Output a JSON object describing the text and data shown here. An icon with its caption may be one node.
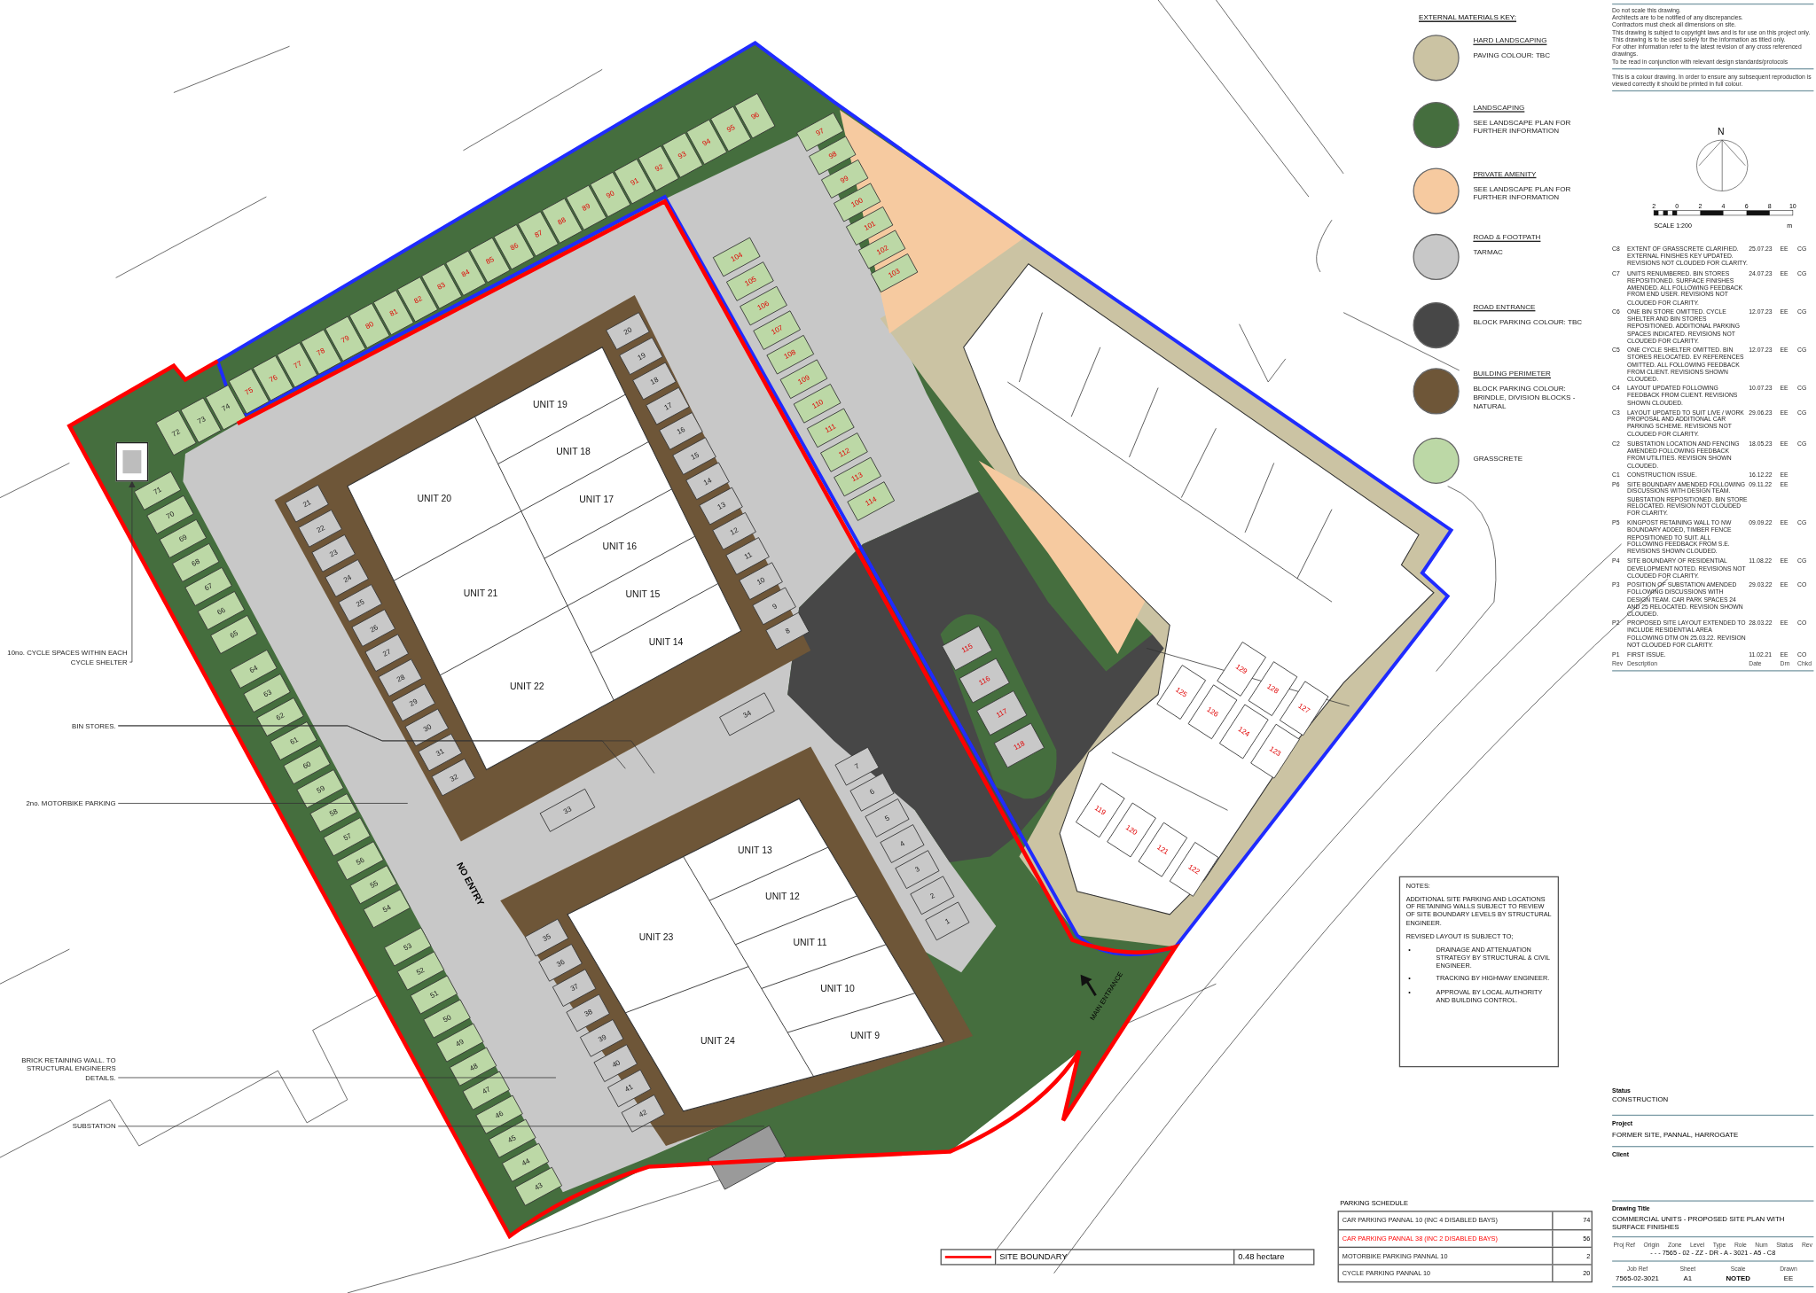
{
  "diagram": {
    "nodes": [
      {
        "text": [
          "72"
        ]
      },
      {
        "text": [
          "73"
        ]
      },
      {
        "text": [
          "74"
        ]
      },
      {
        "text": [
          "75"
        ]
      },
      {
        "text": [
          "76"
        ]
      },
      {
        "text": [
          "77"
        ]
      },
      {
        "text": [
          "78"
        ]
      },
      {
        "text": [
          "79"
        ]
      },
      {
        "text": [
          "80"
        ]
      },
      {
        "text": [
          "81"
        ]
      },
      {
        "text": [
          "82"
        ]
      },
      {
        "text": [
          "83"
        ]
      },
      {
        "text": [
          "84"
        ]
      },
      {
        "text": [
          "85"
        ]
      },
      {
        "text": [
          "86"
        ]
      },
      {
        "text": [
          "87"
        ]
      },
      {
        "text": [
          "88"
        ]
      },
      {
        "text": [
          "89"
        ]
      },
      {
        "text": [
          "90"
        ]
      },
      {
        "text": [
          "91"
        ]
      },
      {
        "text": [
          "92"
        ]
      },
      {
        "text": [
          "93"
        ]
      },
      {
        "text": [
          "94"
        ]
      },
      {
        "text": [
          "95"
        ]
      },
      {
        "text": [
          "96"
        ]
      },
      {
        "text": [
          "97"
        ]
      },
      {
        "text": [
          "98"
        ]
      },
      {
        "text": [
          "99"
        ]
      },
      {
        "text": [
          "100"
        ]
      },
      {
        "text": [
          "101"
        ]
      },
      {
        "text": [
          "102"
        ]
      },
      {
        "text": [
          "103"
        ]
      },
      {
        "text": [
          "104"
        ]
      },
      {
        "text": [
          "105"
        ]
      },
      {
        "text": [
          "106"
        ]
      },
      {
        "text": [
          "107"
        ]
      },
      {
        "text": [
          "108"
        ]
      },
      {
        "text": [
          "109"
        ]
      },
      {
        "text": [
          "110"
        ]
      },
      {
        "text": [
          "111"
        ]
      },
      {
        "text": [
          "112"
        ]
      },
      {
        "text": [
          "113"
        ]
      },
      {
        "text": [
          "114"
        ]
      },
      {
        "text": [
          "71"
        ]
      },
      {
        "text": [
          "70"
        ]
      },
      {
        "text": [
          "69"
        ]
      },
      {
        "text": [
          "68"
        ]
      },
      {
        "text": [
          "67"
        ]
      },
      {
        "text": [
          "66"
        ]
      },
      {
        "text": [
          "65"
        ]
      },
      {
        "text": [
          "64"
        ]
      },
      {
        "text": [
          "63"
        ]
      },
      {
        "text": [
          "62"
        ]
      },
      {
        "text": [
          "61"
        ]
      },
      {
        "text": [
          "60"
        ]
      },
      {
        "text": [
          "59"
        ]
      },
      {
        "text": [
          "58"
        ]
      },
      {
        "text": [
          "57"
        ]
      },
      {
        "text": [
          "56"
        ]
      },
      {
        "text": [
          "55"
        ]
      },
      {
        "text": [
          "54"
        ]
      },
      {
        "text": [
          "53"
        ]
      },
      {
        "text": [
          "52"
        ]
      },
      {
        "text": [
          "51"
        ]
      },
      {
        "text": [
          "50"
        ]
      },
      {
        "text": [
          "49"
        ]
      },
      {
        "text": [
          "48"
        ]
      },
      {
        "text": [
          "47"
        ]
      },
      {
        "text": [
          "46"
        ]
      },
      {
        "text": [
          "45"
        ]
      },
      {
        "text": [
          "44"
        ]
      },
      {
        "text": [
          "43"
        ]
      },
      {
        "text": [
          "20"
        ]
      },
      {
        "text": [
          "19"
        ]
      },
      {
        "text": [
          "18"
        ]
      },
      {
        "text": [
          "17"
        ]
      },
      {
        "text": [
          "16"
        ]
      },
      {
        "text": [
          "15"
        ]
      },
      {
        "text": [
          "14"
        ]
      },
      {
        "text": [
          "13"
        ]
      },
      {
        "text": [
          "12"
        ]
      },
      {
        "text": [
          "11"
        ]
      },
      {
        "text": [
          "10"
        ]
      },
      {
        "text": [
          "9"
        ]
      },
      {
        "text": [
          "8"
        ]
      },
      {
        "text": [
          "21"
        ]
      },
      {
        "text": [
          "22"
        ]
      },
      {
        "text": [
          "23"
        ]
      },
      {
        "text": [
          "24"
        ]
      },
      {
        "text": [
          "25"
        ]
      },
      {
        "text": [
          "26"
        ]
      },
      {
        "text": [
          "27"
        ]
      },
      {
        "text": [
          "28"
        ]
      },
      {
        "text": [
          "29"
        ]
      },
      {
        "text": [
          "30"
        ]
      },
      {
        "text": [
          "31"
        ]
      },
      {
        "text": [
          "32"
        ]
      },
      {
        "text": [
          "33"
        ]
      },
      {
        "text": [
          "34"
        ]
      },
      {
        "text": [
          "7"
        ]
      },
      {
        "text": [
          "6"
        ]
      },
      {
        "text": [
          "5"
        ]
      },
      {
        "text": [
          "4"
        ]
      },
      {
        "text": [
          "3"
        ]
      },
      {
        "text": [
          "2"
        ]
      },
      {
        "text": [
          "1"
        ]
      },
      {
        "text": [
          "35"
        ]
      },
      {
        "text": [
          "36"
        ]
      },
      {
        "text": [
          "37"
        ]
      },
      {
        "text": [
          "38"
        ]
      },
      {
        "text": [
          "39"
        ]
      },
      {
        "text": [
          "40"
        ]
      },
      {
        "text": [
          "41"
        ]
      },
      {
        "text": [
          "42"
        ]
      },
      {
        "text": [
          "115"
        ]
      },
      {
        "text": [
          "116"
        ]
      },
      {
        "text": [
          "117"
        ]
      },
      {
        "text": [
          "118"
        ]
      },
      {
        "text": [
          "119"
        ]
      },
      {
        "text": [
          "120"
        ]
      },
      {
        "text": [
          "121"
        ]
      },
      {
        "text": [
          "122"
        ]
      },
      {
        "text": [
          "129"
        ]
      },
      {
        "text": [
          "128"
        ]
      },
      {
        "text": [
          "127"
        ]
      },
      {
        "text": [
          "125"
        ]
      },
      {
        "text": [
          "126"
        ]
      },
      {
        "text": [
          "124"
        ]
      },
      {
        "text": [
          "123"
        ]
      },
      {
        "text": [
          "UNIT 19"
        ]
      },
      {
        "text": [
          "UNIT 18"
        ]
      },
      {
        "text": [
          "UNIT 20"
        ]
      },
      {
        "text": [
          "UNIT 17"
        ]
      },
      {
        "text": [
          "UNIT 16"
        ]
      },
      {
        "text": [
          "UNIT 21"
        ]
      },
      {
        "text": [
          "UNIT 15"
        ]
      },
      {
        "text": [
          "UNIT 14"
        ]
      },
      {
        "text": [
          "UNIT 22"
        ]
      },
      {
        "text": [
          "UNIT 13"
        ]
      },
      {
        "text": [
          "UNIT 12"
        ]
      },
      {
        "text": [
          "UNIT 23"
        ]
      },
      {
        "text": [
          "UNIT 11"
        ]
      },
      {
        "text": [
          "UNIT 10"
        ]
      },
      {
        "text": [
          "UNIT 24"
        ]
      },
      {
        "text": [
          "UNIT 9"
        ]
      },
      {
        "text": [],
        "shape": "box"
      },
      {
        "text": [
          "10no. CYCLE SPACES WITHIN EACH CYCLE SHELTER"
        ]
      },
      {
        "text": [
          "BIN STORES."
        ]
      },
      {
        "text": [
          "2no. MOTORBIKE PARKING"
        ]
      },
      {
        "text": [
          "BRICK RETAINING WALL. TO STRUCTURAL ENGINEERS DETAILS."
        ]
      },
      {
        "text": [
          "SUBSTATION"
        ]
      },
      {
        "text": [
          "NOTES:",
          "ADDITIONAL SITE PARKING AND LOCATIONS OF RETAINING WALLS SUBJECT TO REVIEW OF SITE BOUNDARY LEVELS BY STRUCTURAL ENGINEER.",
          "REVISED LAYOUT IS SUBJECT TO;",
          "•",
          "DRAINAGE AND ATTENUATION STRATEGY BY STRUCTURAL & CIVIL ENGINEER.",
          "•",
          "TRACKING BY HIGHWAY ENGINEER.",
          "•",
          "APPROVAL BY LOCAL AUTHORITY AND BUILDING CONTROL."
        ]
      }
    ],
    "edges": [
      {
        "from": 146,
        "to": 145,
        "arrow": "to"
      },
      {
        "from": 147,
        "to": null,
        "arrow": "none"
      },
      {
        "from": 147,
        "to": null,
        "arrow": "none"
      },
      {
        "from": 148,
        "to": null,
        "arrow": "none"
      },
      {
        "from": 149,
        "to": null,
        "arrow": "none"
      },
      {
        "from": 150,
        "to": null,
        "arrow": "none"
      }
    ],
    "labels": [
      "Do not scale this drawing.",
      "Architects are to be notified of any discrepancies.",
      "Contractors must check all dimensions on site.",
      "This drawing is subject to copyright laws and is for use on this project only.",
      "This drawing is to be used solely for the information as titled only.",
      "For other information refer to the latest revision of any cross referenced drawings.",
      "To be read in conjunction with relevant design standards/protocols",
      "This is a colour drawing. In order to ensure any subsequent reproduction is viewed correctly it should be printed in full colour.",
      "N",
      "2",
      "0",
      "2",
      "4",
      "6",
      "8",
      "10",
      "SCALE 1:200",
      "m",
      "EXTERNAL MATERIALS KEY:",
      "PAVING COLOUR: TBC",
      "SEE LANDSCAPE PLAN FOR FURTHER INFORMATION",
      "SEE LANDSCAPE PLAN FOR FURTHER INFORMATION",
      "TARMAC",
      "BLOCK PARKING COLOUR: TBC",
      "BLOCK PARKING COLOUR: BRINDLE, DIVISION BLOCKS - NATURAL",
      "NO ENTRY",
      "MAIN ENTRANCE",
      "C8",
      "EXTENT OF GRASSCRETE CLARIFIED. EXTERNAL FINISHES KEY UPDATED. REVISIONS NOT CLOUDED FOR CLARITY.",
      "25.07.23",
      "EE",
      "CG",
      "C7",
      "UNITS RENUMBERED. BIN STORES REPOSITIONED. SURFACE FINISHES AMENDED. ALL FOLLOWING FEEDBACK FROM END USER. REVISIONS NOT CLOUDED FOR CLARITY.",
      "24.07.23",
      "EE",
      "CG",
      "C6",
      "ONE BIN STORE OMITTED. CYCLE SHELTER AND BIN STORES REPOSITIONED. ADDITIONAL PARKING SPACES INDICATED. REVISIONS NOT CLOUDED FOR CLARITY.",
      "12.07.23",
      "EE",
      "CG",
      "C5",
      "ONE CYCLE SHELTER OMITTED. BIN STORES RELOCATED. EV REFERENCES OMITTED. ALL FOLLOWING FEEDBACK FROM CLIENT. REVISIONS SHOWN CLOUDED.",
      "12.07.23",
      "EE",
      "CG",
      "C4",
      "LAYOUT UPDATED FOLLOWING FEEDBACK FROM CLIENT. REVISIONS SHOWN CLOUDED.",
      "10.07.23",
      "EE",
      "CG",
      "C3",
      "LAYOUT UPDATED TO SUIT LIVE / WORK PROPOSAL AND ADDITIONAL CAR PARKING SCHEME. REVISIONS NOT CLOUDED FOR CLARITY.",
      "29.06.23",
      "EE",
      "CG",
      "C2",
      "SUBSTATION LOCATION AND FENCING AMENDED FOLLOWING FEEDBACK FROM UTILITIES. REVISION SHOWN CLOUDED.",
      "18.05.23",
      "EE",
      "CG",
      "C1",
      "CONSTRUCTION ISSUE.",
      "16.12.22",
      "EE",
      "P6",
      "SITE BOUNDARY AMENDED FOLLOWING DISCUSSIONS WITH DESIGN TEAM. SUBSTATION REPOSITIONED. BIN STORE RELOCATED. REVISION NOT CLOUDED FOR CLARITY.",
      "09.11.22",
      "EE",
      "P5",
      "KINGPOST RETAINING WALL TO NW BOUNDARY ADDED, TIMBER FENCE REPOSITIONED TO SUIT. ALL FOLLOWING FEEDBACK FROM S.E. REVISIONS SHOWN CLOUDED.",
      "09.09.22",
      "EE",
      "CG",
      "P4",
      "SITE BOUNDARY OF RESIDENTIAL DEVELOPMENT NOTED. REVISIONS NOT CLOUDED FOR CLARITY.",
      "11.08.22",
      "EE",
      "CG",
      "P3",
      "POSITION OF SUBSTATION AMENDED FOLLOWING DISCUSSIONS WITH DESIGN TEAM. CAR PARK SPACES 24 AND 25 RELOCATED. REVISION SHOWN CLOUDED.",
      "29.03.22",
      "EE",
      "CO",
      "P2",
      "PROPOSED SITE LAYOUT EXTENDED TO INCLUDE RESIDENTIAL AREA FOLLOWING DTM ON 25.03.22. REVISION NOT CLOUDED FOR CLARITY.",
      "28.03.22",
      "EE",
      "CO",
      "P1",
      "FIRST ISSUE.",
      "11.02.21",
      "EE",
      "CO",
      "Rev",
      "Description",
      "Date",
      "Drn",
      "Chkd",
      "Status",
      "CONSTRUCTION",
      "Project",
      "FORMER SITE, PANNAL, HARROGATE",
      "Client",
      "Drawing Title",
      "COMMERCIAL UNITS - PROPOSED SITE PLAN WITH SURFACE FINISHES",
      "Proj Ref",
      "Origin",
      "Zone",
      "Level",
      "Type",
      "Role",
      "Num",
      "Status",
      "Rev",
      "- - - 7565 - 02 - ZZ - DR - A - 3021 - A5 - C8",
      "Job Ref",
      "Sheet",
      "Scale",
      "Drawn",
      "7565-02-3021",
      "A1",
      "NOTED",
      "EE",
      "PARKING SCHEDULE",
      "CAR PARKING PANNAL 10 (INC 4 DISABLED BAYS)",
      "74",
      "CAR PARKING PANNAL 38 (INC 2 DISABLED BAYS)",
      "56",
      "MOTORBIKE PARKING PANNAL 10",
      "2",
      "CYCLE PARKING PANNAL 10",
      "20",
      "0.48 hectare"
    ],
    "legend": [
      {
        "text": "HARD LANDSCAPING",
        "color": "#cbc3a3"
      },
      {
        "text": "LANDSCAPING",
        "color": "#456e3e"
      },
      {
        "text": "PRIVATE AMENITY",
        "color": "#f6caa0"
      },
      {
        "text": "ROAD & FOOTPATH",
        "color": "#c8c8c8"
      },
      {
        "text": "ROAD ENTRANCE",
        "color": "#474747"
      },
      {
        "text": "BUILDING PERIMETER",
        "color": "#6e5638"
      },
      {
        "text": "GRASSCRETE",
        "color": "#bcd8a6"
      },
      {
        "text": "SITE BOUNDARY"
      }
    ]
  }
}
